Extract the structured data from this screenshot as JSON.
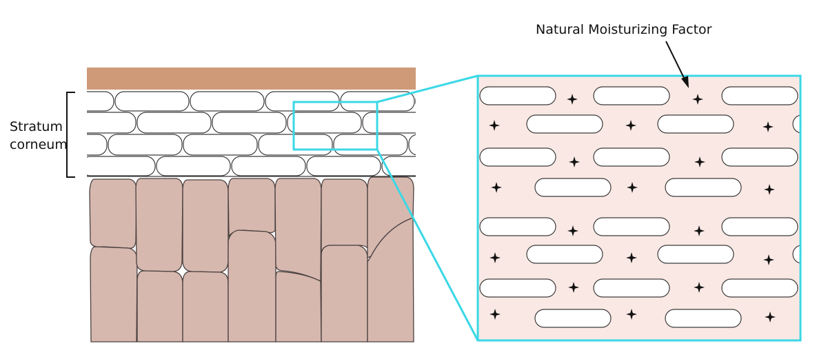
{
  "labels": {
    "layer_line1": "Stratum",
    "layer_line2": "corneum",
    "nmf": "Natural Moisturizing Factor"
  },
  "colors": {
    "surface": "#cf9a78",
    "corneocyte_fill": "#ffffff",
    "cell_outline": "#3a3a3a",
    "living_cell_fill": "#d6b8ae",
    "highlight": "#3ad8e6",
    "zoom_background": "#fae8e4",
    "marker": "#111111"
  },
  "icons": {
    "nmf_marker": "four-point-star-icon",
    "pointer": "arrow-icon"
  }
}
